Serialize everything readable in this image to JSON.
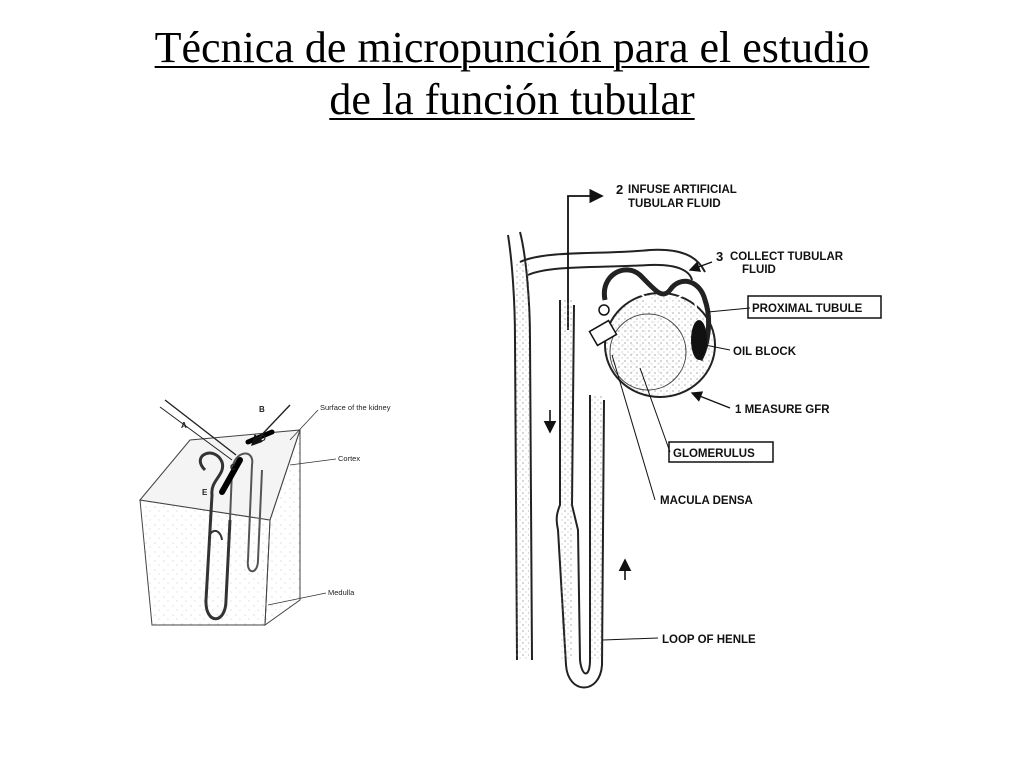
{
  "slide": {
    "title_line1": "Técnica de micropunción para el estudio",
    "title_line2": "de la función tubular"
  },
  "left_diagram": {
    "labels": {
      "a": "A",
      "b": "B",
      "c": "C",
      "d": "D",
      "e": "E",
      "surface": "Surface of the kidney",
      "cortex": "Cortex",
      "medulla": "Medulla"
    }
  },
  "right_diagram": {
    "labels": {
      "step2_line1": "INFUSE ARTIFICIAL",
      "step2_number": "2",
      "step2_line2": "TUBULAR FLUID",
      "step3_number": "3",
      "step3_line1": "COLLECT TUBULAR",
      "step3_line2": "FLUID",
      "proximal_tubule": "PROXIMAL TUBULE",
      "oil_block": "OIL BLOCK",
      "step1": "1 MEASURE GFR",
      "glomerulus": "GLOMERULUS",
      "macula_densa": "MACULA DENSA",
      "loop_of_henle": "LOOP OF HENLE"
    }
  }
}
